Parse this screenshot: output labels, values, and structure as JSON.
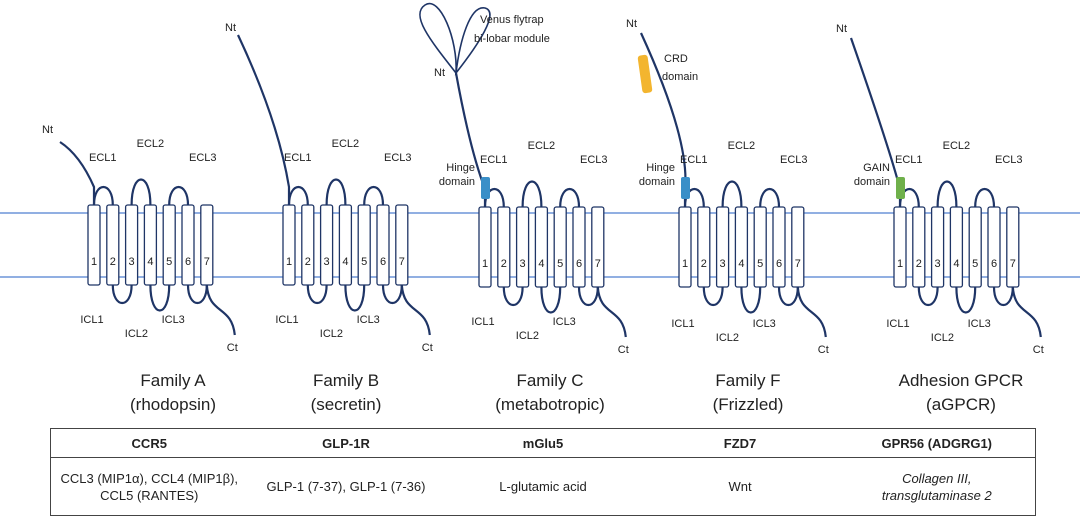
{
  "families": [
    {
      "name_line1": "Family A",
      "name_line2": "(rhodopsin)",
      "nt": "Nt",
      "ct": "Ct",
      "ecl": [
        "ECL1",
        "ECL2",
        "ECL3"
      ],
      "icl": [
        "ICL1",
        "ICL2",
        "ICL3"
      ],
      "helices": [
        "1",
        "2",
        "3",
        "4",
        "5",
        "6",
        "7"
      ],
      "receptor": "CCR5",
      "ligands": [
        "CCL3 (MIP1α), CCL4 (MIP1β),",
        "CCL5 (RANTES)"
      ],
      "ligands_italic": false
    },
    {
      "name_line1": "Family B",
      "name_line2": "(secretin)",
      "nt": "Nt",
      "ct": "Ct",
      "ecl": [
        "ECL1",
        "ECL2",
        "ECL3"
      ],
      "icl": [
        "ICL1",
        "ICL2",
        "ICL3"
      ],
      "helices": [
        "1",
        "2",
        "3",
        "4",
        "5",
        "6",
        "7"
      ],
      "receptor": "GLP-1R",
      "ligands": [
        "GLP-1 (7-37), GLP-1 (7-36)"
      ],
      "ligands_italic": false
    },
    {
      "name_line1": "Family C",
      "name_line2": "(metabotropic)",
      "nt": "Nt",
      "ct": "Ct",
      "ecl": [
        "ECL1",
        "ECL2",
        "ECL3"
      ],
      "icl": [
        "ICL1",
        "ICL2",
        "ICL3"
      ],
      "helices": [
        "1",
        "2",
        "3",
        "4",
        "5",
        "6",
        "7"
      ],
      "domain_lines": [
        "Hinge",
        "domain"
      ],
      "extra_lines": [
        "Venus flytrap",
        "bi-lobar module"
      ],
      "domain_color": "#3a8fc8",
      "receptor": "mGlu5",
      "ligands": [
        "L-glutamic acid"
      ],
      "ligands_italic": false
    },
    {
      "name_line1": "Family F",
      "name_line2": "(Frizzled)",
      "nt": "Nt",
      "ct": "Ct",
      "ecl": [
        "ECL1",
        "ECL2",
        "ECL3"
      ],
      "icl": [
        "ICL1",
        "ICL2",
        "ICL3"
      ],
      "helices": [
        "1",
        "2",
        "3",
        "4",
        "5",
        "6",
        "7"
      ],
      "domain_lines": [
        "Hinge",
        "domain"
      ],
      "extra_lines": [
        "CRD",
        "domain"
      ],
      "domain_color": "#3a8fc8",
      "extra_color": "#f3b52f",
      "receptor": "FZD7",
      "ligands": [
        "Wnt"
      ],
      "ligands_italic": false
    },
    {
      "name_line1": "Adhesion GPCR",
      "name_line2": "(aGPCR)",
      "nt": "Nt",
      "ct": "Ct",
      "ecl": [
        "ECL1",
        "ECL2",
        "ECL3"
      ],
      "icl": [
        "ICL1",
        "ICL2",
        "ICL3"
      ],
      "helices": [
        "1",
        "2",
        "3",
        "4",
        "5",
        "6",
        "7"
      ],
      "domain_lines": [
        "GAIN",
        "domain"
      ],
      "domain_color": "#6fb04b",
      "receptor": "GPR56 (ADGRG1)",
      "ligands": [
        "Collagen III,",
        "transglutaminase 2"
      ],
      "ligands_italic": true
    }
  ],
  "colors": {
    "line": "#1f3566",
    "membrane": "#4f7fd1",
    "helix_stroke": "#1f3566"
  }
}
